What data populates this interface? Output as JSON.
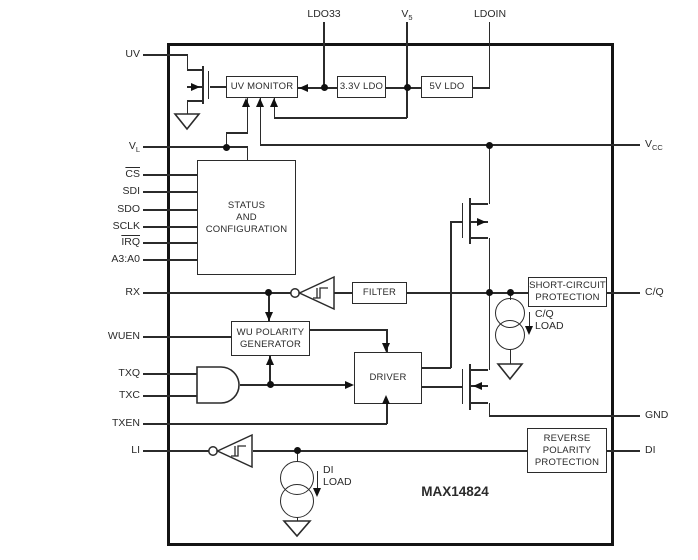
{
  "diagram": {
    "part_number": "MAX14824"
  },
  "pins": {
    "top": {
      "ldo33": "LDO33",
      "v5_base": "V",
      "v5_sub": "5",
      "ldoin": "LDOIN"
    },
    "left": {
      "uv": "UV",
      "vl_base": "V",
      "vl_sub": "L",
      "cs": "CS",
      "sdi": "SDI",
      "sdo": "SDO",
      "sclk": "SCLK",
      "irq": "IRQ",
      "a3a0": "A3:A0",
      "rx": "RX",
      "wuen": "WUEN",
      "txq": "TXQ",
      "txc": "TXC",
      "txen": "TXEN",
      "li": "LI"
    },
    "right": {
      "vcc_base": "V",
      "vcc_sub": "CC",
      "cq": "C/Q",
      "gnd": "GND",
      "di": "DI"
    }
  },
  "blocks": {
    "uv_monitor": "UV MONITOR",
    "ldo_3v3": "3.3V LDO",
    "ldo_5v": "5V LDO",
    "status_config": "STATUS\nAND\nCONFIGURATION",
    "filter": "FILTER",
    "wu_polarity": "WU POLARITY\nGENERATOR",
    "driver": "DRIVER",
    "short_circuit": "SHORT-CIRCUIT\nPROTECTION",
    "reverse_polarity": "REVERSE\nPOLARITY\nPROTECTION"
  },
  "annotations": {
    "cq_load": "C/Q\nLOAD",
    "di_load": "DI\nLOAD"
  }
}
